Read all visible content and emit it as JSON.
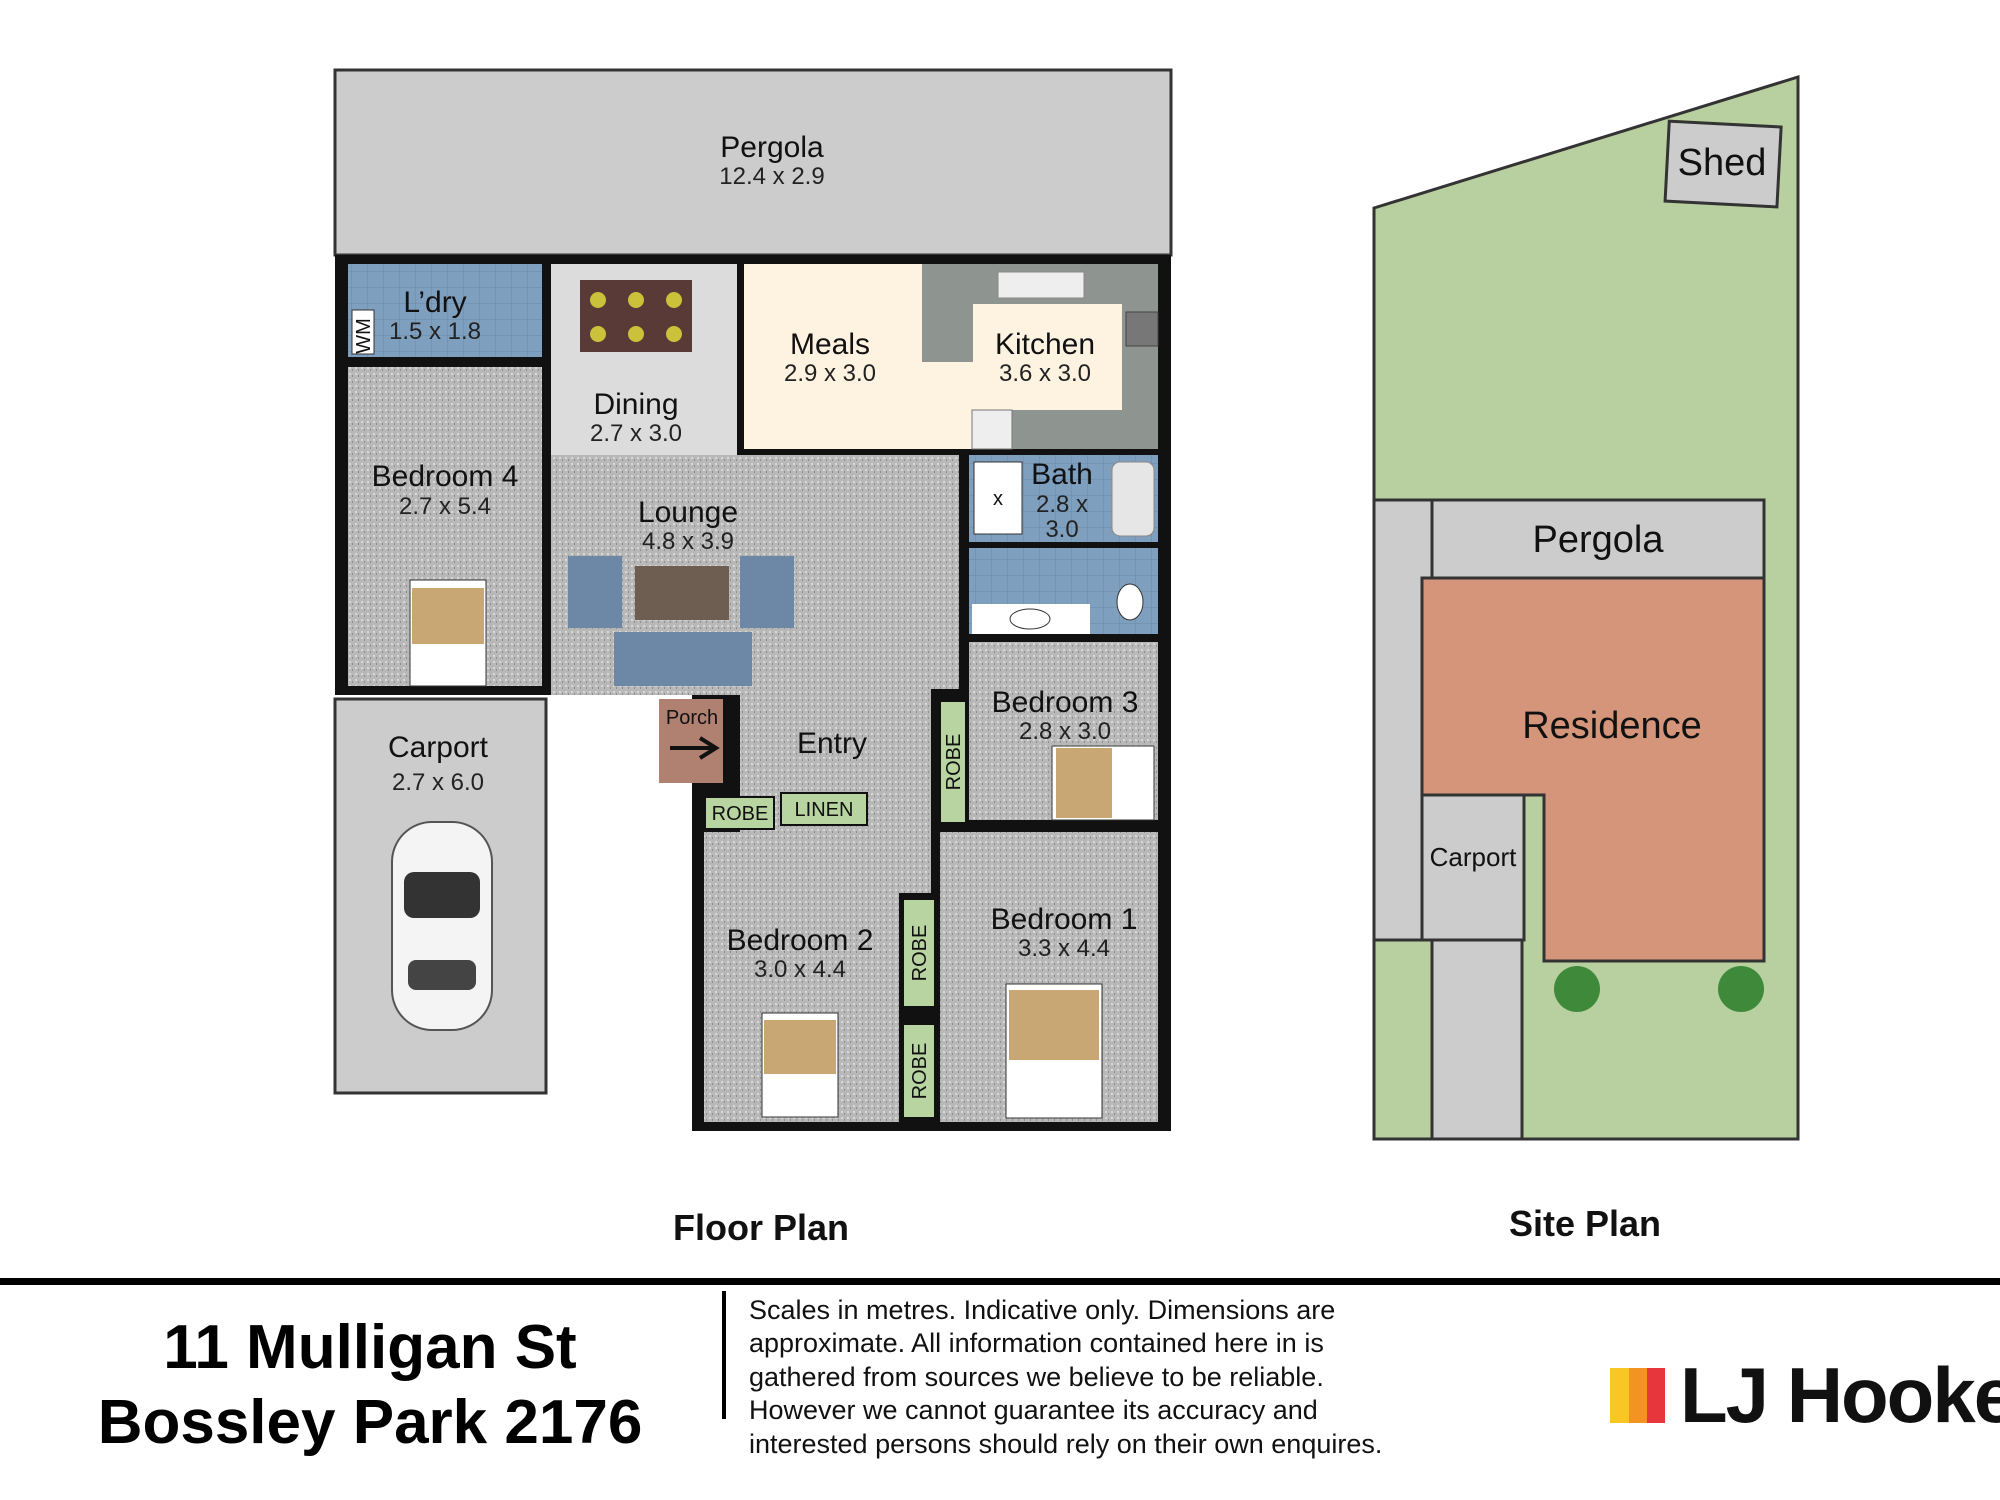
{
  "floor_plan": {
    "title": "Floor Plan",
    "rooms": {
      "pergola": {
        "name": "Pergola",
        "size": "12.4 x 2.9"
      },
      "laundry": {
        "name": "L’dry",
        "size": "1.5 x 1.8",
        "fixture": "WM"
      },
      "dining": {
        "name": "Dining",
        "size": "2.7 x 3.0"
      },
      "meals": {
        "name": "Meals",
        "size": "2.9 x 3.0"
      },
      "kitchen": {
        "name": "Kitchen",
        "size": "3.6 x 3.0"
      },
      "bedroom4": {
        "name": "Bedroom 4",
        "size": "2.7 x 5.4"
      },
      "lounge": {
        "name": "Lounge",
        "size": "4.8 x 3.9"
      },
      "bath": {
        "name": "Bath",
        "size_line1": "2.8 x",
        "size_line2": "3.0",
        "shower_mark": "x"
      },
      "bedroom3": {
        "name": "Bedroom 3",
        "size": "2.8 x 3.0"
      },
      "carport": {
        "name": "Carport",
        "size": "2.7 x 6.0"
      },
      "porch": {
        "name": "Porch"
      },
      "entry": {
        "name": "Entry"
      },
      "robe_small": {
        "name": "ROBE"
      },
      "linen": {
        "name": "LINEN"
      },
      "robe_bed3": {
        "name": "ROBE"
      },
      "bedroom2": {
        "name": "Bedroom 2",
        "size": "3.0 x 4.4"
      },
      "bedroom1": {
        "name": "Bedroom 1",
        "size": "3.3 x 4.4"
      },
      "robe_bed2a": {
        "name": "ROBE"
      },
      "robe_bed2b": {
        "name": "ROBE"
      }
    }
  },
  "site_plan": {
    "title": "Site Plan",
    "shed": "Shed",
    "pergola": "Pergola",
    "residence": "Residence",
    "carport": "Carport"
  },
  "footer": {
    "address_line1": "11 Mulligan St",
    "address_line2": "Bossley Park 2176",
    "disclaimer": [
      "Scales in metres. Indicative only. Dimensions are",
      "approximate. All information contained here in is",
      "gathered from sources we believe to be reliable.",
      "However we cannot guarantee its accuracy and",
      "interested persons should rely on their own enquires."
    ],
    "logo_text": "LJ Hooker"
  },
  "colors": {
    "lawn": "#b8cfa0",
    "residence": "#d4957a",
    "pergola": "#cccccc",
    "meals": "#fdf3e0",
    "tile": "#7f9fbf",
    "porch": "#b08070",
    "robe": "#b8d4a0",
    "logo_yellow": "#f9c623",
    "logo_orange": "#f39322",
    "logo_red": "#e8363d"
  }
}
